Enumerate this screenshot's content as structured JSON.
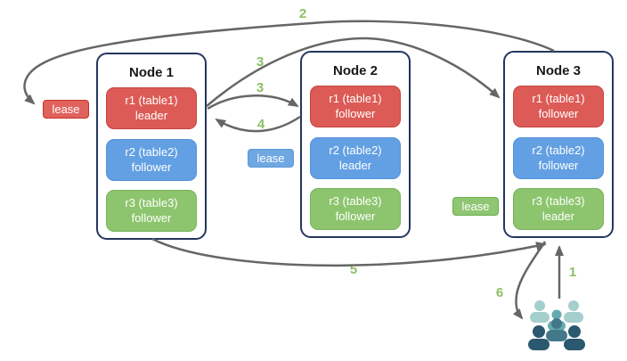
{
  "diagram_title": "raft-leases-diagram",
  "nodes": [
    {
      "title": "Node 1",
      "replicas": [
        {
          "name": "r1 (table1)",
          "role": "leader",
          "color": "red"
        },
        {
          "name": "r2 (table2)",
          "role": "follower",
          "color": "blue"
        },
        {
          "name": "r3 (table3)",
          "role": "follower",
          "color": "green"
        }
      ]
    },
    {
      "title": "Node 2",
      "replicas": [
        {
          "name": "r1 (table1)",
          "role": "follower",
          "color": "red"
        },
        {
          "name": "r2 (table2)",
          "role": "leader",
          "color": "blue"
        },
        {
          "name": "r3 (table3)",
          "role": "follower",
          "color": "green"
        }
      ]
    },
    {
      "title": "Node 3",
      "replicas": [
        {
          "name": "r1 (table1)",
          "role": "follower",
          "color": "red"
        },
        {
          "name": "r2 (table2)",
          "role": "follower",
          "color": "blue"
        },
        {
          "name": "r3 (table3)",
          "role": "leader",
          "color": "green"
        }
      ]
    }
  ],
  "leases": [
    {
      "label": "lease",
      "color": "red"
    },
    {
      "label": "lease",
      "color": "blue"
    },
    {
      "label": "lease",
      "color": "green"
    }
  ],
  "step_labels": {
    "s1": "1",
    "s2": "2",
    "s3a": "3",
    "s3b": "3",
    "s4": "4",
    "s5": "5",
    "s6": "6"
  },
  "icons": {
    "users": "users-group-icon"
  },
  "colors": {
    "node_border": "#24365f",
    "replica_red": "#dc5b56",
    "replica_blue": "#63a0e3",
    "replica_green": "#8dc56e",
    "lease_red": "#e0625d",
    "lease_blue": "#6fa7e3",
    "lease_green": "#8fc672",
    "step_number_green": "#8cbf63",
    "arrow_gray": "#666666",
    "users_light_teal": "#a5cfcd",
    "users_medium_teal": "#62acae",
    "users_slate": "#43788b",
    "users_dark": "#2a586e"
  }
}
